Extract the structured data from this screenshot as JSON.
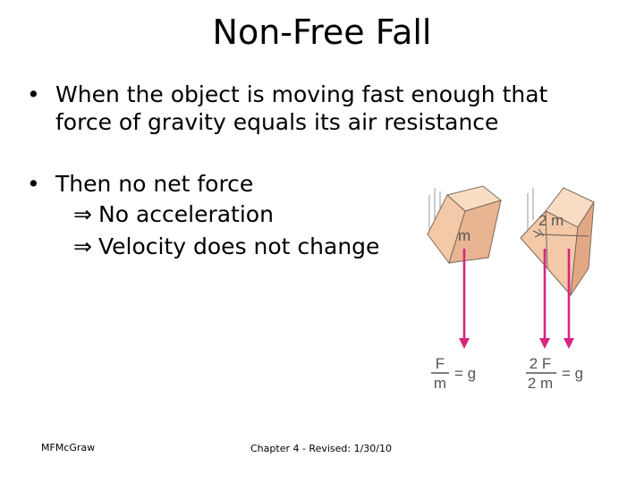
{
  "slide": {
    "title": "Non-Free Fall",
    "bullets": [
      {
        "marker": "•",
        "lines": [
          "When the object is moving fast enough that",
          "force of gravity equals its air resistance"
        ]
      },
      {
        "marker": "•",
        "lines": [
          "Then no net force"
        ]
      }
    ],
    "sub_points": [
      {
        "arrow": "⇒",
        "text": "No acceleration"
      },
      {
        "arrow": "⇒",
        "text": "Velocity does not change"
      }
    ],
    "footer_left": "MFMcGraw",
    "footer_center": "Chapter 4 - Revised: 1/30/10"
  },
  "figure": {
    "single_mass_label": "m",
    "double_mass_label": "2 m",
    "eq1": {
      "num": "F",
      "den": "m",
      "rhs": "= g"
    },
    "eq2": {
      "num": "2 F",
      "den": "2 m",
      "rhs": "= g"
    },
    "colors": {
      "block": "#f3c9a8",
      "block_side": "#e2a886",
      "block_top": "#f8dcc4",
      "arrow": "#d6267f",
      "text": "#555555"
    }
  }
}
